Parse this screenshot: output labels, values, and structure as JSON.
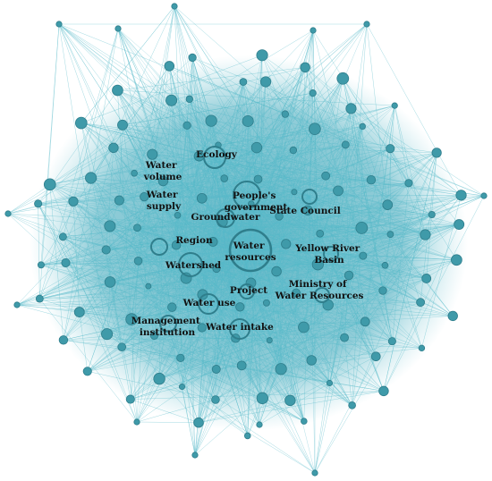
{
  "colors": {
    "edge": "#56b9c9",
    "node_fill": "#3f9aa9",
    "node_stroke": "#2f7e8c",
    "cloud": "#5fb6c6",
    "label": "#111111"
  },
  "labels": {
    "water_resources": [
      "Water",
      "resources"
    ],
    "peoples_government": [
      "People's",
      "government"
    ],
    "state_council": "State Council",
    "ecology": "Ecology",
    "water_volume": [
      "Water",
      "volume"
    ],
    "water_supply": [
      "Water",
      "supply"
    ],
    "groundwater": "Groundwater",
    "region": "Region",
    "watershed": "Watershed",
    "yellow_river_basin": [
      "Yellow River",
      "Basin"
    ],
    "ministry_of_water_resources": [
      "Ministry of",
      "Water Resources"
    ],
    "project": "Project",
    "water_use": "Water use",
    "management_institution": [
      "Management",
      "institution"
    ],
    "water_intake": "Water intake"
  }
}
